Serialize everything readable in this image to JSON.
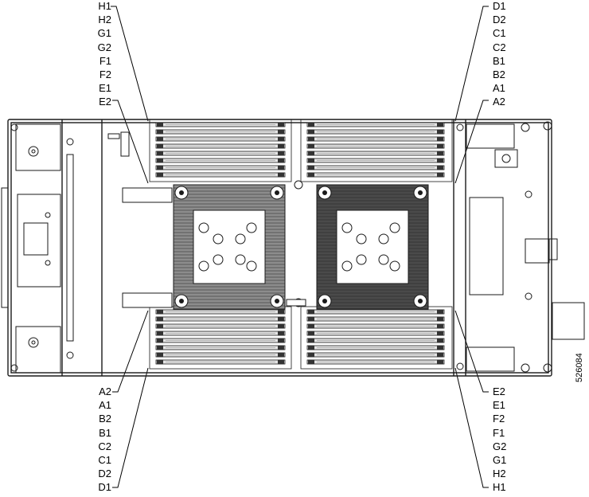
{
  "labels": {
    "top_left": [
      "H1",
      "H2",
      "G1",
      "G2",
      "F1",
      "F2",
      "E1",
      "E2"
    ],
    "top_right": [
      "D1",
      "D2",
      "C1",
      "C2",
      "B1",
      "B2",
      "A1",
      "A2"
    ],
    "bottom_left": [
      "A2",
      "A1",
      "B2",
      "B1",
      "C2",
      "C1",
      "D2",
      "D1"
    ],
    "bottom_right": [
      "E2",
      "E1",
      "F2",
      "F1",
      "G2",
      "G1",
      "H2",
      "H1"
    ]
  },
  "figure_id": "526084",
  "colors": {
    "line": "#1a1a1a",
    "board": "#ffffff",
    "heatsink_light": "#8c8c8c",
    "heatsink_dark": "#4a4a4a",
    "dimm": "#bdbdbd"
  }
}
